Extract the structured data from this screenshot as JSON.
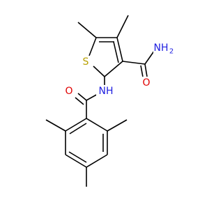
{
  "molecule": {
    "atoms": {
      "s1": {
        "label": "S",
        "color": "#b8a000"
      },
      "o_amide": {
        "label": "O",
        "color": "#e00000"
      },
      "n_amide": {
        "label": "NH",
        "color": "#2020e0"
      },
      "nh2": {
        "label": "NH",
        "sub": "2",
        "color": "#2020e0"
      },
      "o_carbox": {
        "label": "O",
        "color": "#e00000"
      }
    }
  }
}
